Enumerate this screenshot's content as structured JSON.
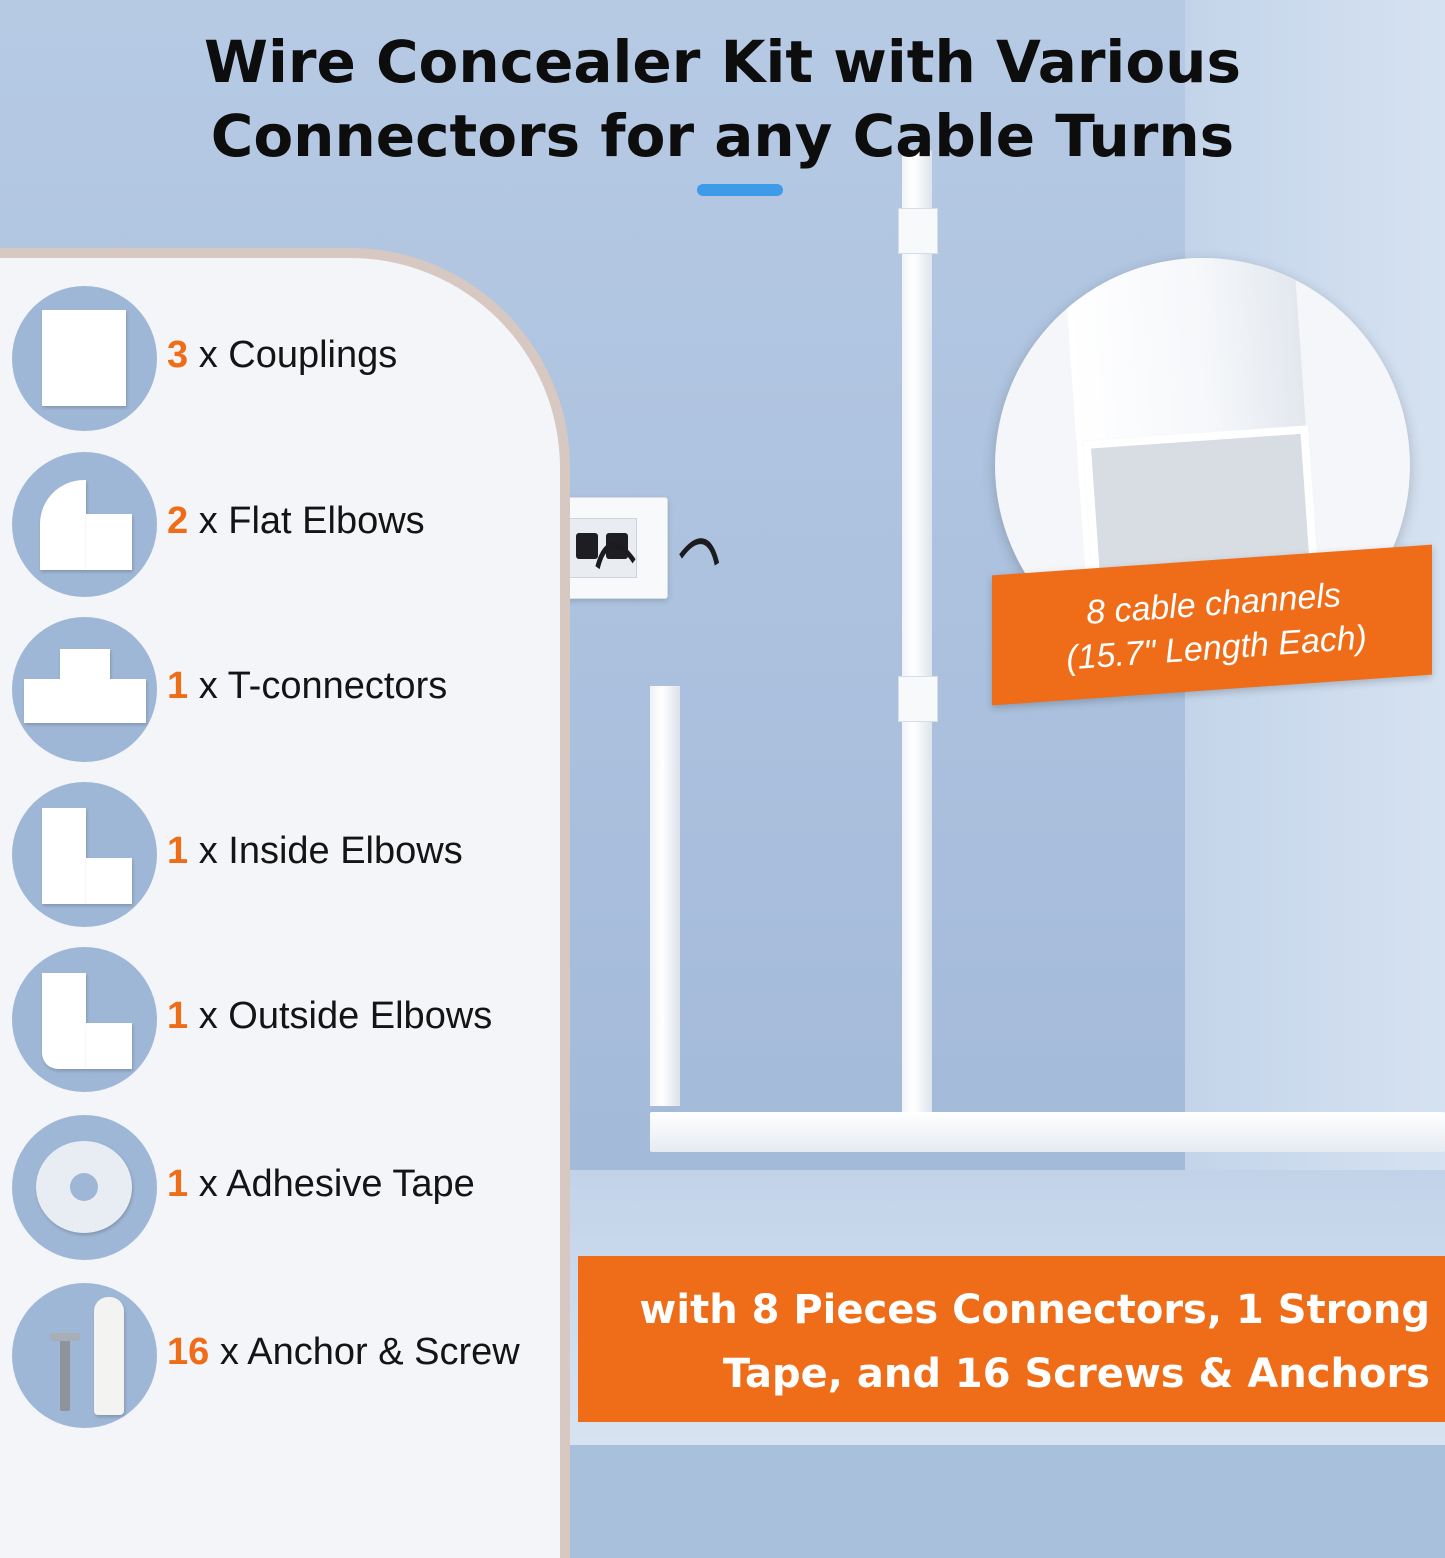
{
  "title": {
    "line1": "Wire Concealer Kit with Various",
    "line2": "Connectors for any Cable Turns"
  },
  "items": [
    {
      "count": "3",
      "text": " x Couplings",
      "icon": "coupling-icon"
    },
    {
      "count": "2",
      "text": " x Flat Elbows",
      "icon": "flat-elbow-icon"
    },
    {
      "count": "1",
      "text": " x T-connectors",
      "icon": "t-connector-icon"
    },
    {
      "count": "1",
      "text": " x Inside Elbows",
      "icon": "inside-elbow-icon"
    },
    {
      "count": "1",
      "text": " x Outside Elbows",
      "icon": "outside-elbow-icon"
    },
    {
      "count": "1",
      "text": " x Adhesive Tape",
      "icon": "tape-roll-icon"
    },
    {
      "count": "16",
      "text": " x Anchor & Screw",
      "icon": "anchor-screw-icon"
    }
  ],
  "callout": {
    "line1": "8 cable channels",
    "line2": "(15.7\" Length Each)"
  },
  "banner": {
    "line1": "with 8 Pieces Connectors, 1 Strong",
    "line2": "Tape, and 16 Screws & Anchors"
  },
  "colors": {
    "accent": "#ef6d18",
    "wall": "#a9c0dc",
    "title_bar": "#3d9be9"
  }
}
